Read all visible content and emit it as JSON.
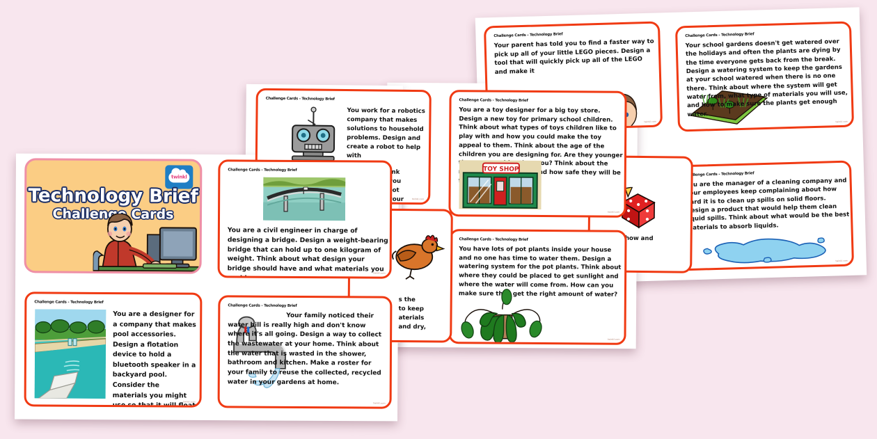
{
  "page": {
    "background_color": "#f8e6ee",
    "card_border_color": "#f03a13",
    "title_card_bg": "#fbcd84",
    "title_text_color": "#ffffff",
    "title_outline_color": "#1c2f66",
    "brand_logo_color": "#1f7ec4",
    "brand_name": "twinkl"
  },
  "common": {
    "card_label": "Challenge Cards - Technology Brief",
    "footer_credit": "twinkl.com"
  },
  "title_card": {
    "line1": "Technology Brief",
    "line2": "Challenge Cards",
    "logo_name": "twinkl",
    "illustration": "boy-at-computer"
  },
  "cards": [
    {
      "id": "pool",
      "label": "Challenge Cards - Technology Brief",
      "text": "You are a designer for a company that makes pool accessories. Design a flotation device to hold a bluetooth speaker in a backyard pool. Consider the materials you might use so that it will float but also keep the speaker dry and away from the water.",
      "illustration": "swimming-pool-diving-board"
    },
    {
      "id": "bridge",
      "label": "Challenge Cards - Technology Brief",
      "text": "You are a civil engineer in charge of designing a bridge. Design a weight-bearing bridge that can hold up to one kilogram of weight. Think about what design your bridge should have and what materials you could use.",
      "illustration": "arch-bridge-over-water"
    },
    {
      "id": "tap",
      "label": "Challenge Cards - Technology Brief",
      "text": "Your family noticed their water bill is really high and don't know where it's all going. Design a way to collect the wastewater at your home. Think about the water that is wasted in the shower, bathroom and kitchen. Make a roster for your family to reuse the collected, recycled water in your gardens at home.",
      "illustration": "running-tap"
    },
    {
      "id": "robot",
      "label": "Challenge Cards - Technology Brief",
      "text": "You work for a robotics company that makes solutions to household problems. Design and create a robot to help with a household chore. Think about the materials you will use for your robot and how your robot will be powered.",
      "visible_text": "You work for a robotics company that makes solutions to household problems. Design and create a robot to help with",
      "illustration": "robot"
    },
    {
      "id": "toystore",
      "label": "Challenge Cards - Technology Brief",
      "text": "You are a toy designer for a big toy store. Design a new toy for primary school children. Think about what types of toys children like to play with and how you could make the toy appeal to them. Think about the age of the children you are designing for. Are they younger than you or older than you? Think about the materials you will use and how safe they will be for the children to use.",
      "illustration": "toy-shop-storefront"
    },
    {
      "id": "potplants",
      "label": "Challenge Cards - Technology Brief",
      "text": "You have lots of pot plants inside your house and no one has time to water them. Design a watering system for the pot plants. Think about where they could be placed to get sunlight and where the water will come from. How can you make sure they get the right amount of water?",
      "illustration": "wilting-pot-plant"
    },
    {
      "id": "lego",
      "label": "Challenge Cards - Technology Brief",
      "text": "Your parent has told you to find a faster way to pick up all of your little LEGO pieces. Design a tool that will quickly pick up all of the LEGO and make it easier to tidy up.",
      "visible_text": "Your parent has told you to find a faster way to pick up all of your little LEGO pieces. Design a tool that will quickly pick up all of the LEGO and make it",
      "illustration": "child-head"
    },
    {
      "id": "garden",
      "label": "Challenge Cards - Technology Brief",
      "text": "Your school gardens doesn't get watered over the holidays and often the plants are dying by the time everyone gets back from the break. Design a watering system to keep the gardens at your school watered when there is no one there. Think about where the system will get water from, what type of materials you will use, and how to make sure the plants get enough water.",
      "illustration": "garden-bed"
    },
    {
      "id": "spills",
      "label": "Challenge Cards - Technology Brief",
      "text": "You are the manager of a cleaning company and your employees keep complaining about how hard it is to clean up spills on solid floors. Design a product that would help them clean liquid spills. Think about what would be the best materials to absorb liquids.",
      "illustration": "water-puddle"
    },
    {
      "id": "chicken",
      "label": "Challenge Cards - Technology Brief",
      "visible_text": "s the to keep aterials and dry,",
      "illustration": "chicken"
    },
    {
      "id": "dice",
      "label": "Challenge Cards - Technology Brief",
      "visible_text": "rs, out how and",
      "illustration": "red-dice"
    }
  ]
}
